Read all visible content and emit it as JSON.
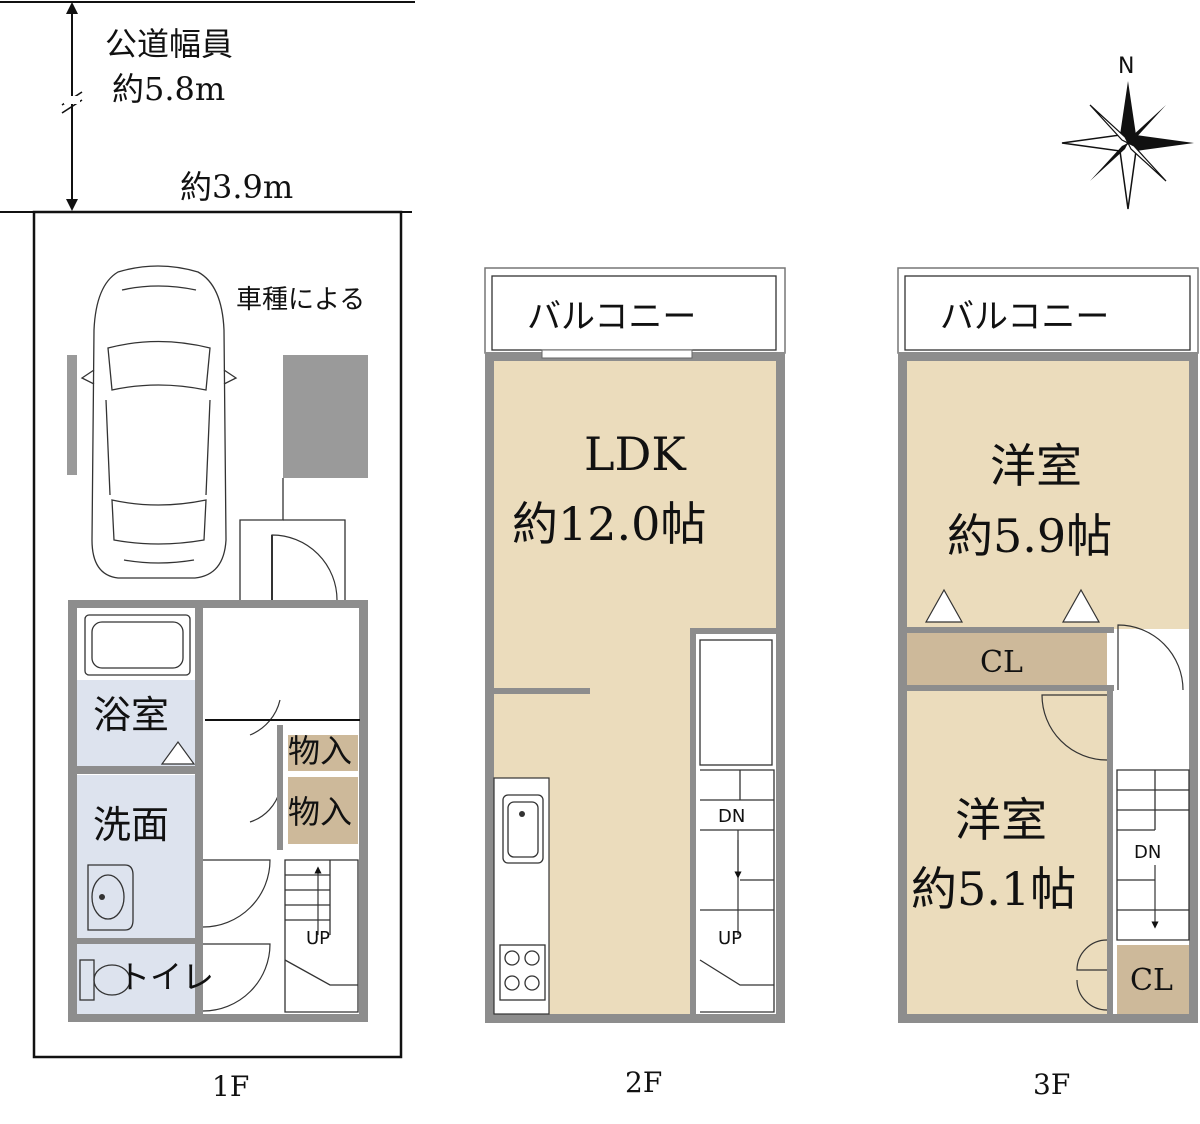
{
  "road": {
    "label_line1": "公道幅員",
    "label_line2": "約5.8m"
  },
  "frontage": {
    "label": "約3.9m"
  },
  "compass": {
    "north_label": "N"
  },
  "floor1": {
    "label": "1F",
    "parking_note": "車種による",
    "rooms": {
      "bath": "浴室",
      "washroom": "洗面",
      "toilet": "トイレ",
      "storage_a": "物入",
      "storage_b": "物入"
    },
    "stairs_label": "UP"
  },
  "floor2": {
    "label": "2F",
    "balcony": "バルコニー",
    "ldk_name": "LDK",
    "ldk_size": "約12.0帖",
    "stairs_up": "UP",
    "stairs_down": "DN"
  },
  "floor3": {
    "label": "3F",
    "balcony": "バルコニー",
    "room_a_name": "洋室",
    "room_a_size": "約5.9帖",
    "room_b_name": "洋室",
    "room_b_size": "約5.1帖",
    "closet_a": "CL",
    "closet_b": "CL",
    "stairs_down": "DN"
  },
  "colors": {
    "wall": "#8d8d8d",
    "living": "#ebdcbc",
    "wet_area": "#dde3ee",
    "storage": "#cdb99a",
    "closet": "#cdb99a",
    "post": "#9a9a9a"
  }
}
